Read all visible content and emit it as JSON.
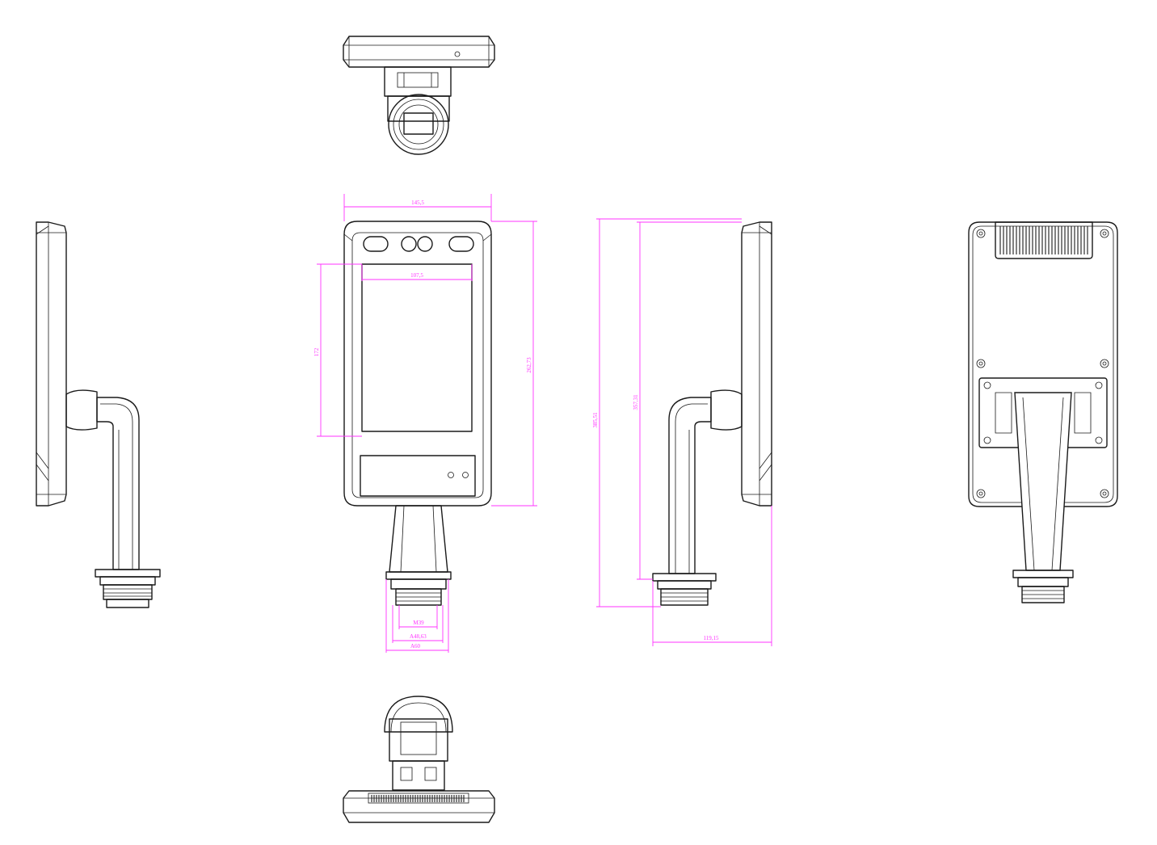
{
  "drawing": {
    "line_color": "#1a1a1a",
    "dimension_color": "#ff33ff",
    "background": "#ffffff"
  },
  "dimensions": {
    "front_width": "145,5",
    "screen_width": "107,5",
    "screen_height": "172",
    "panel_height": "262,73",
    "total_height": "385,51",
    "height_to_base": "357,31",
    "depth": "119,15",
    "thread": "M39",
    "base_inner_dia": "48,63",
    "base_outer_dia": "60",
    "dia_symbol": "A"
  }
}
